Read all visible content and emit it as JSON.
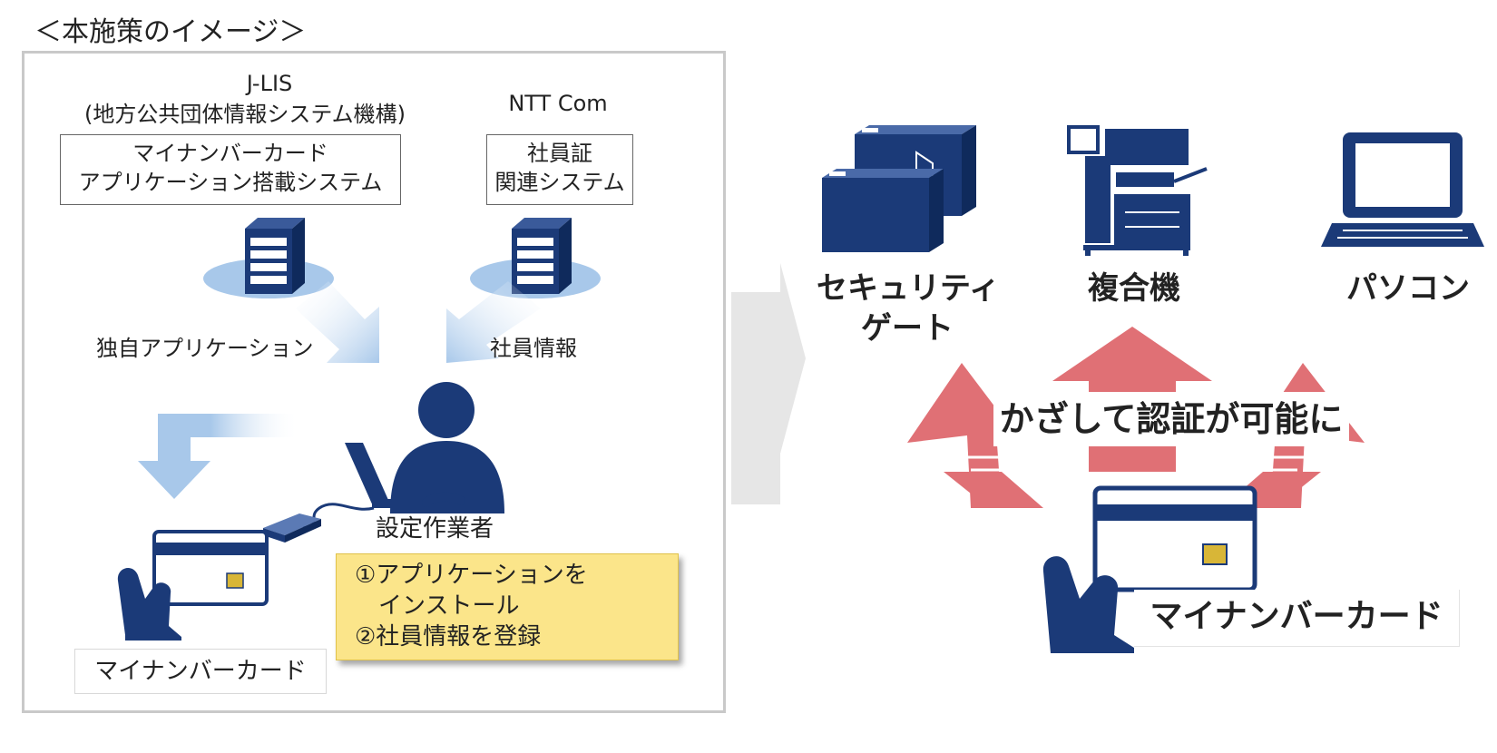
{
  "heading": "＜本施策のイメージ＞",
  "left": {
    "jlis_name": "J-LIS",
    "jlis_full": "(地方公共団体情報システム機構)",
    "jlis_system_line1": "マイナンバーカード",
    "jlis_system_line2": "アプリケーション搭載システム",
    "nttcom_name": "NTT Com",
    "nttcom_system_line1": "社員証",
    "nttcom_system_line2": "関連システム",
    "flow_left_label": "独自アプリケーション",
    "flow_right_label": "社員情報",
    "worker_label": "設定作業者",
    "callout_line1": "①アプリケーションを",
    "callout_line2": "　インストール",
    "callout_line3": "②社員情報を登録",
    "card_label": "マイナンバーカード"
  },
  "right": {
    "device1_line1": "セキュリティ",
    "device1_line2": "ゲート",
    "device2": "複合機",
    "device3": "パソコン",
    "banner": "かざして認証が可能に",
    "card_label": "マイナンバーカード"
  },
  "colors": {
    "navy": "#1b3a78",
    "light_blue": "#a8c8ea",
    "red_arrow": "#e07075",
    "callout_yellow": "#fbe58a",
    "big_arrow_gray": "#e6e6e6"
  }
}
